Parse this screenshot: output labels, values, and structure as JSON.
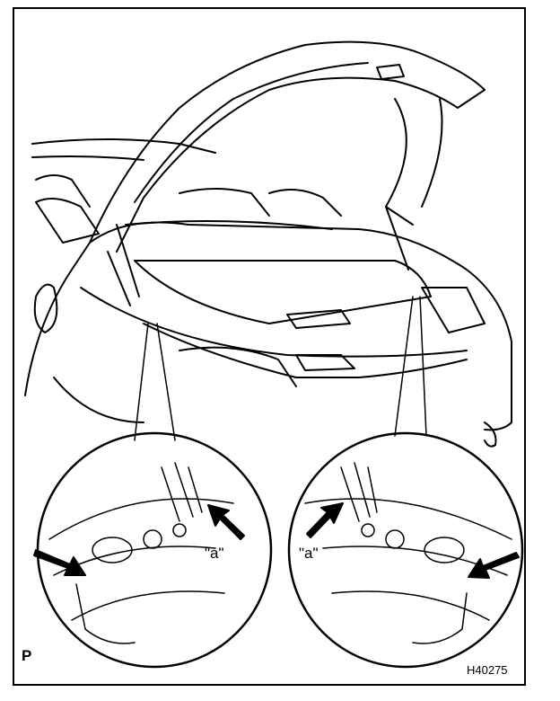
{
  "figure": {
    "corner_mark": "P",
    "figure_code": "H40275",
    "callouts": {
      "left_label": "\"a\"",
      "right_label": "\"a\""
    },
    "icons": [
      "car-trunk-illustration",
      "magnifier-circle",
      "pointer-arrow"
    ]
  }
}
